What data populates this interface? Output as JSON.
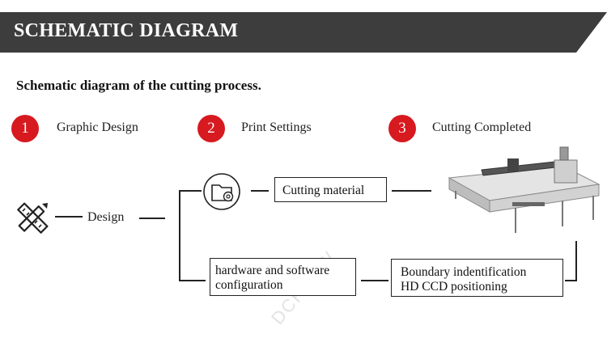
{
  "banner": {
    "title": "SCHEMATIC DIAGRAM"
  },
  "subtitle": "Schematic diagram of the cutting process.",
  "steps": [
    {
      "num": "1",
      "label": "Graphic Design"
    },
    {
      "num": "2",
      "label": "Print Settings"
    },
    {
      "num": "3",
      "label": "Cutting Completed"
    }
  ],
  "nodes": {
    "design": "Design",
    "cutting_material": "Cutting material",
    "hardware_line1": "hardware and software",
    "hardware_line2": "configuration",
    "boundary_line1": "Boundary indentification",
    "boundary_line2": "HD CCD positioning"
  },
  "watermark": "DCHPRW",
  "colors": {
    "banner_bg": "#3d3d3d",
    "accent_red": "#d71920"
  },
  "icons": [
    "ruler-pencil-icon",
    "folder-settings-icon",
    "cutting-machine-icon"
  ]
}
